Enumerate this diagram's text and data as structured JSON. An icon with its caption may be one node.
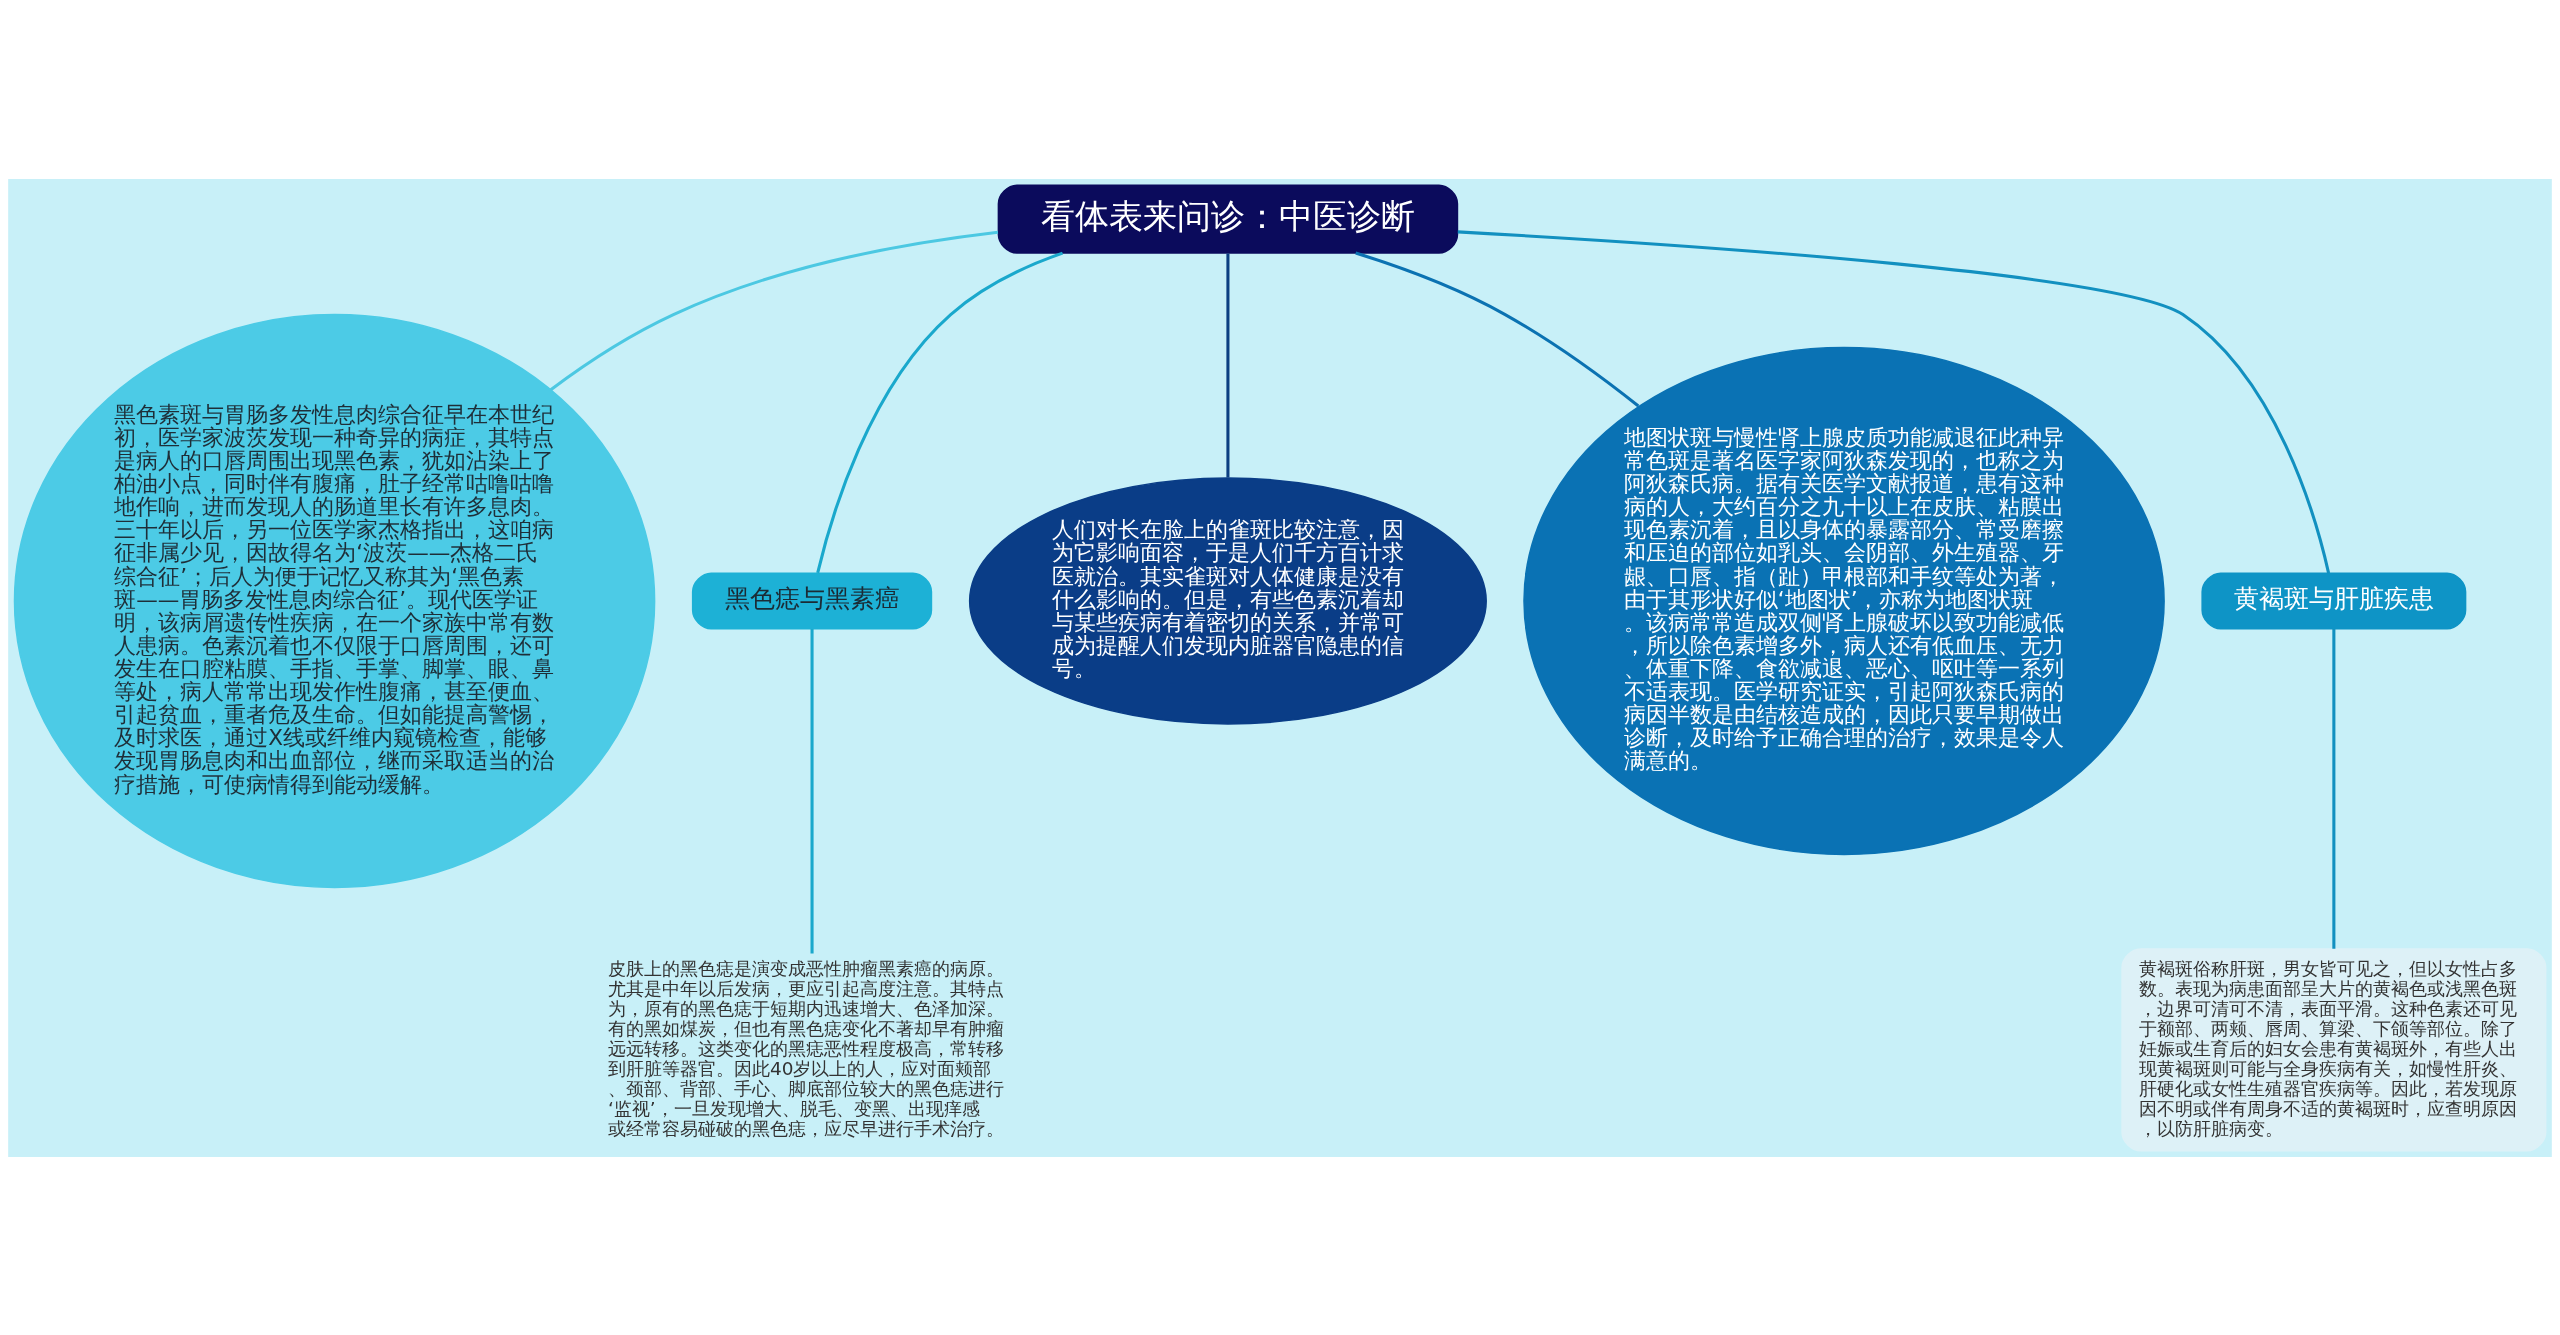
{
  "diagram": {
    "nodes": [
      {
        "text": [
          "看体表来问诊：中医诊断"
        ]
      },
      {
        "text": [
          "黑色素斑与胃肠多发性息肉综合征早在本世纪初，医学家波茨发现一种奇异的病症，其特点是病人的口唇周围出现黑色素，犹如沾染上了柏油小点，同时伴有腹痛，肚子经常咕噜咕噜地作响，进而发现人的肠道里长有许多息肉。三十年以后，另一位医学家杰格指出，这咱病征非属少见，因故得名为‘波茨——杰格二氏综合征’；后人为便于记忆又称其为‘黑色素斑——胃肠多发性息肉综合征’。现代医学证明，该病屑遗传性疾病，在一个家族中常有数人患病。色素沉着也不仅限于口唇周围，还可发生在口腔粘膜、手指、手掌、脚掌、眼、鼻等处，病人常常出现发作性腹痛，甚至便血、引起贫血，重者危及生命。但如能提高警惕，及时求医，通过X线或纤维内窥镜检查，能够发现胃肠息肉和出血部位，继而采取适当的治疗措施，可使病情得到能动缓解。"
        ]
      },
      {
        "text": [
          "黑色痣与黑素癌"
        ]
      },
      {
        "text": [
          "皮肤上的黑色痣是演变成恶性肿瘤黑素癌的病原。尤其是中年以后发病，更应引起高度注意。其特点为，原有的黑色痣于短期内迅速增大、色泽加深。有的黑如煤炭，但也有黑色痣变化不著却早有肿瘤远远转移。这类变化的黑痣恶性程度极高，常转移到肝脏等器官。因此40岁以上的人，应对面颊部、颈部、背部、手心、脚底部位较大的黑色痣进行‘监视’，一旦发现增大、脱毛、变黑、出现痒感或经常容易碰破的黑色痣，应尽早进行手术治疗。"
        ]
      },
      {
        "text": [
          "人们对长在脸上的雀斑比较注意，因为它影响面容，于是人们千方百计求医就治。其实雀斑对人体健康是没有什么影响的。但是，有些色素沉着却与某些疾病有着密切的关系，并常可成为提醒人们发现内脏器官隐患的信号。"
        ]
      },
      {
        "text": [
          "地图状斑与慢性肾上腺皮质功能减退征此种异常色斑是著名医字家阿狄森发现的，也称之为阿狄森氏病。据有关医学文献报道，患有这种病的人，大约百分之九十以上在皮肤、粘膜出现色素沉着，且以身体的暴露部分、常受磨擦和压迫的部位如乳头、会阴部、外生殖器、牙龈、口唇、指（趾）甲根部和手纹等处为著，由于其形状好似‘地图状’，亦称为地图状斑。该病常常造成双侧肾上腺破坏以致功能减低，所以除色素增多外，病人还有低血压、无力、体重下降、食欲减退、恶心、呕吐等一系列不适表现。医学研究证实，引起阿狄森氏病的病因半数是由结核造成的，因此只要早期做出诊断，及时给予正确合理的治疗，效果是令人满意的。"
        ]
      },
      {
        "text": [
          "黄褐斑与肝脏疾患"
        ]
      },
      {
        "text": [
          "黄褐斑俗称肝斑，男女皆可见之，但以女性占多数。表现为病患面部呈大片的黄褐色或浅黑色斑，边界可清可不清，表面平滑。这种色素还可见于额部、两颊、唇周、算梁、下颌等部位。除了妊娠或生育后的妇女会患有黄褐斑外，有些人出现黄褐斑则可能与全身疾病有关，如慢性肝炎、肝硬化或女性生殖器官疾病等。因此，若发现原因不明或伴有周身不适的黄褐斑时，应查明原因，以防肝脏病变。"
        ]
      }
    ],
    "edges": [
      {
        "from": 0,
        "to": 1,
        "arrow": "none",
        "color": "#4cc8e2"
      },
      {
        "from": 0,
        "to": 2,
        "arrow": "none",
        "color": "#1aa8cc"
      },
      {
        "from": 2,
        "to": 3,
        "arrow": "none",
        "color": "#1aa8cc"
      },
      {
        "from": 0,
        "to": 4,
        "arrow": "none",
        "color": "#0c3f82"
      },
      {
        "from": 0,
        "to": 5,
        "arrow": "none",
        "color": "#0b72b2"
      },
      {
        "from": 0,
        "to": 6,
        "arrow": "none",
        "color": "#1290c0"
      },
      {
        "from": 6,
        "to": 7,
        "arrow": "none",
        "color": "#1290c0"
      }
    ]
  }
}
